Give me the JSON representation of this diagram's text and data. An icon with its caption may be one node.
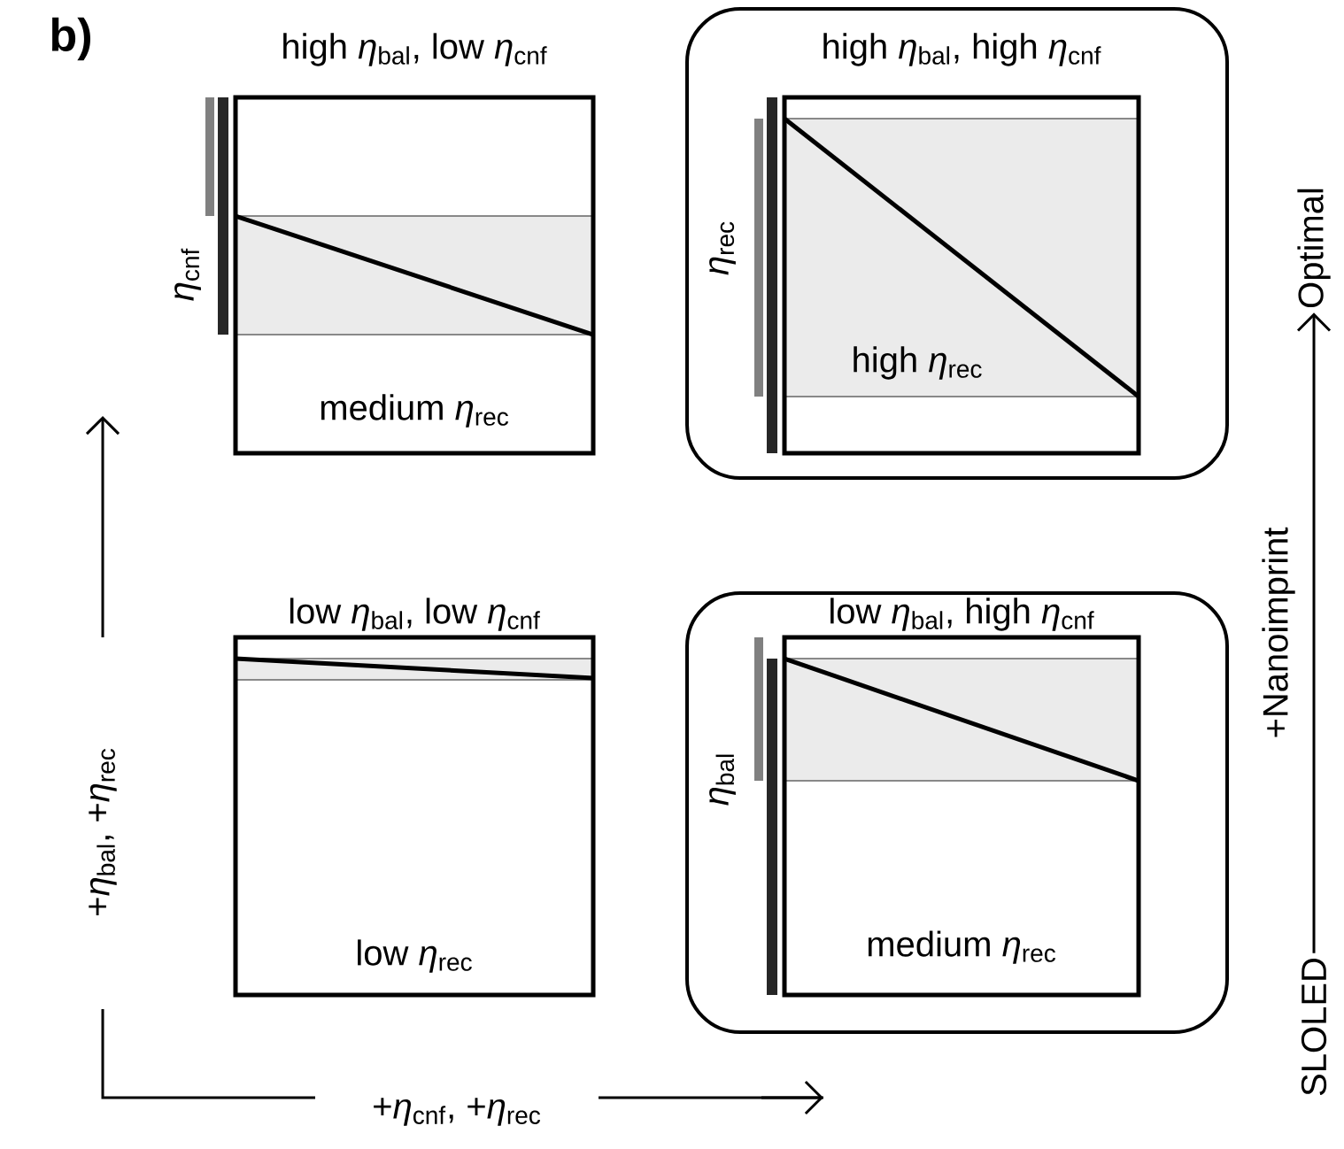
{
  "diagram": {
    "nodes": [
      {
        "text": [
          "high *η*$_{bal}$, low *η*$_{cnf}$",
          "medium *η*$_{rec}$"
        ],
        "beside": [
          "*η*$_{cnf}$"
        ]
      },
      {
        "text": [],
        "shape": "box"
      },
      {
        "text": [
          "high *η*$_{bal}$, high *η*$_{cnf}$",
          "high *η*$_{rec}$"
        ],
        "beside": [
          "*η*$_{rec}$"
        ],
        "in": 1
      },
      {
        "text": [
          "low *η*$_{bal}$, low *η*$_{cnf}$",
          "low *η*$_{rec}$"
        ]
      },
      {
        "text": [],
        "shape": "box"
      },
      {
        "text": [
          "low *η*$_{bal}$, high *η*$_{cnf}$",
          "medium *η*$_{rec}$"
        ],
        "beside": [
          "*η*$_{bal}$"
        ],
        "in": 4
      },
      {
        "text": [
          "SLOLED"
        ]
      },
      {
        "text": [
          "Optimal"
        ]
      }
    ],
    "edges": [
      {
        "from": 6,
        "to": 7,
        "arrow": "to",
        "label": "+Nanoimprint"
      }
    ],
    "labels": [
      "b)",
      "+*η*$_{bal}$, +*η*$_{rec}$",
      "+*η*$_{cnf}$, +*η*$_{rec}$"
    ]
  }
}
